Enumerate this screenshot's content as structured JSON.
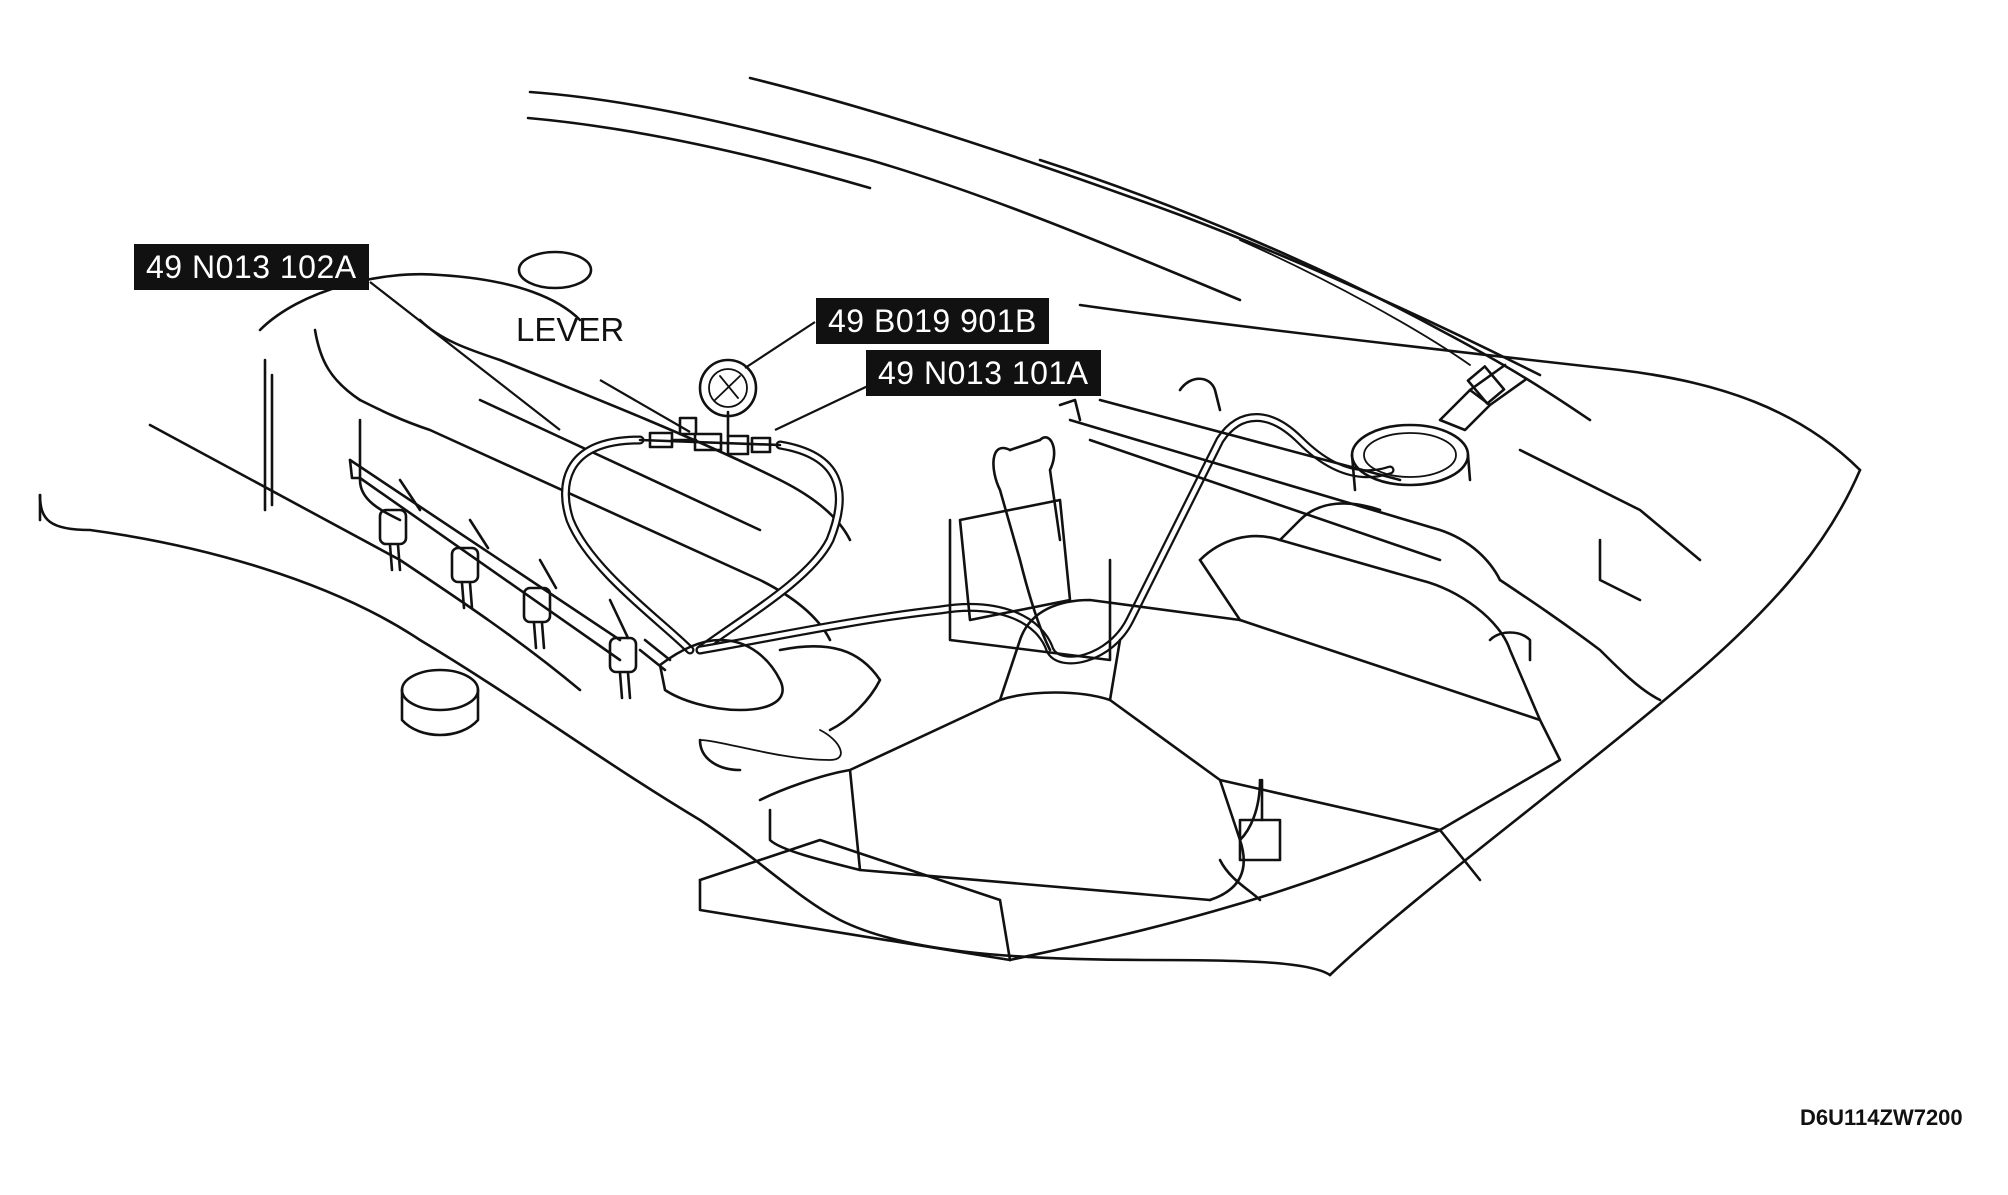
{
  "diagram": {
    "callouts": {
      "hose_upper": "49 N013 102A",
      "gauge": "49 B019 901B",
      "adapter": "49 N013 101A",
      "lever": "LEVER"
    },
    "figure_code": "D6U114ZW7200"
  }
}
